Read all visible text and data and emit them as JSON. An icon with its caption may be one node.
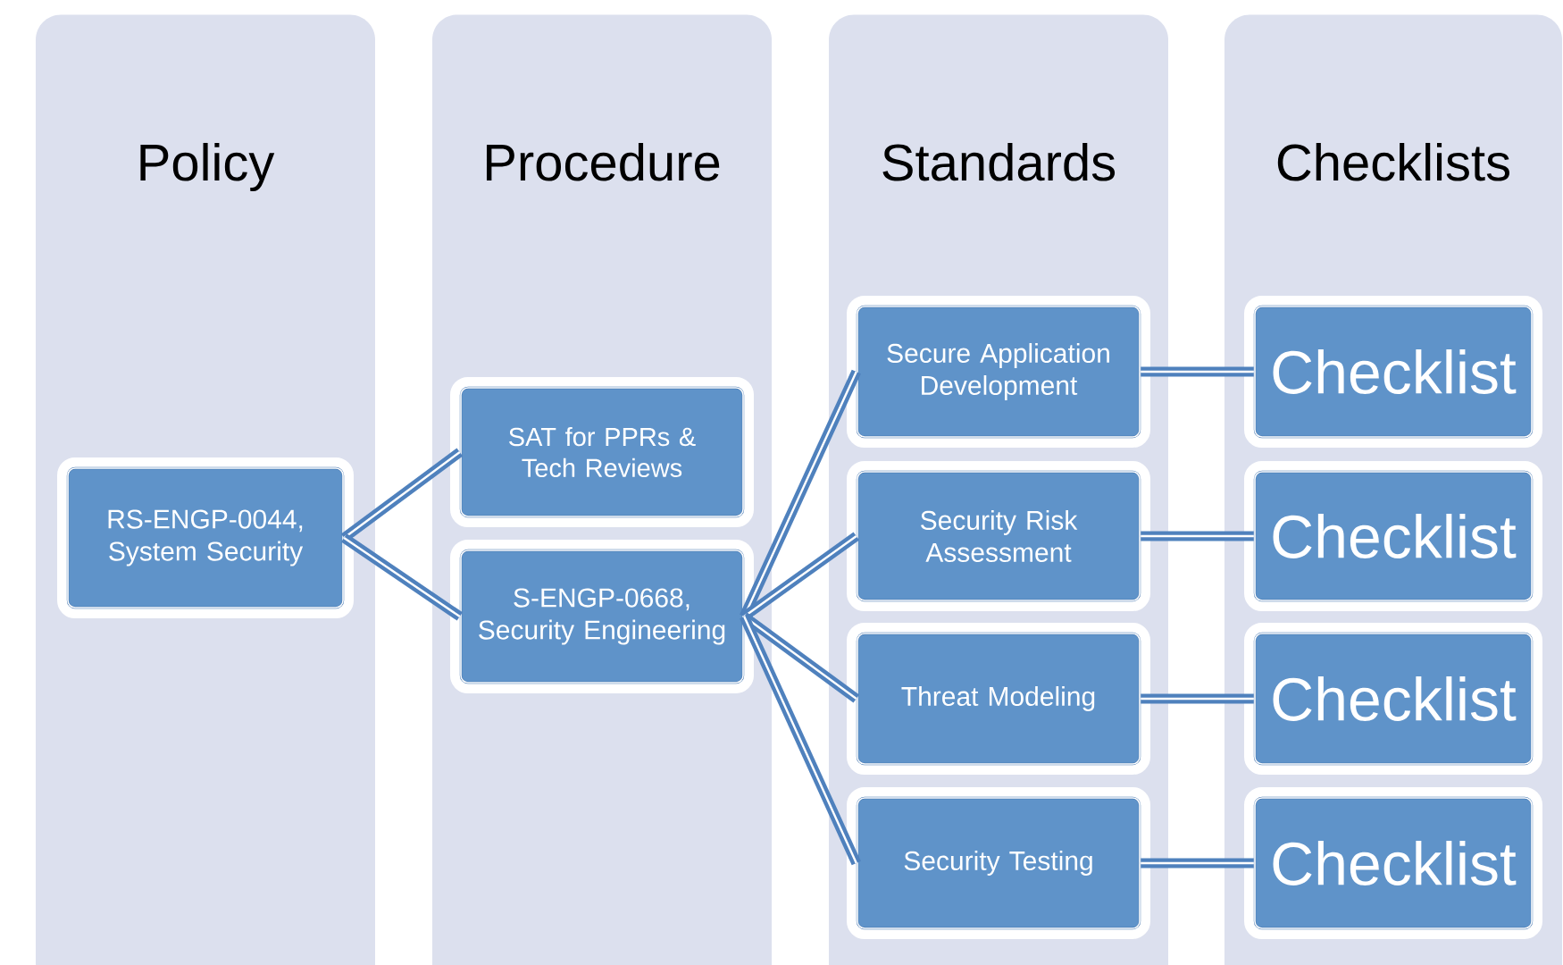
{
  "diagram": {
    "nodes": [
      {
        "text": [
          "Policy"
        ]
      },
      {
        "text": [
          "Procedure"
        ]
      },
      {
        "text": [
          "Standards"
        ]
      },
      {
        "text": [
          "Checklists"
        ]
      },
      {
        "text": [
          "RS-ENGP-0044, System Security"
        ],
        "in": 0
      },
      {
        "text": [
          "SAT for PPRs & Tech Reviews"
        ],
        "in": 1
      },
      {
        "text": [
          "S-ENGP-0668, Security Engineering"
        ],
        "in": 1
      },
      {
        "text": [
          "Secure Application Development"
        ],
        "in": 2
      },
      {
        "text": [
          "Security Risk Assessment"
        ],
        "in": 2
      },
      {
        "text": [
          "Threat Modeling"
        ],
        "in": 2
      },
      {
        "text": [
          "Security Testing"
        ],
        "in": 2
      },
      {
        "text": [
          "Checklist"
        ],
        "in": 3
      },
      {
        "text": [
          "Checklist"
        ],
        "in": 3
      },
      {
        "text": [
          "Checklist"
        ],
        "in": 3
      },
      {
        "text": [
          "Checklist"
        ],
        "in": 3
      }
    ],
    "edges": [
      {
        "from": 4,
        "to": 5,
        "arrow": "none"
      },
      {
        "from": 4,
        "to": 6,
        "arrow": "none"
      },
      {
        "from": 6,
        "to": 7,
        "arrow": "none"
      },
      {
        "from": 6,
        "to": 8,
        "arrow": "none"
      },
      {
        "from": 6,
        "to": 9,
        "arrow": "none"
      },
      {
        "from": 6,
        "to": 10,
        "arrow": "none"
      },
      {
        "from": 7,
        "to": 11,
        "arrow": "none"
      },
      {
        "from": 8,
        "to": 12,
        "arrow": "none"
      },
      {
        "from": 9,
        "to": 13,
        "arrow": "none"
      },
      {
        "from": 10,
        "to": 14,
        "arrow": "none"
      }
    ]
  }
}
